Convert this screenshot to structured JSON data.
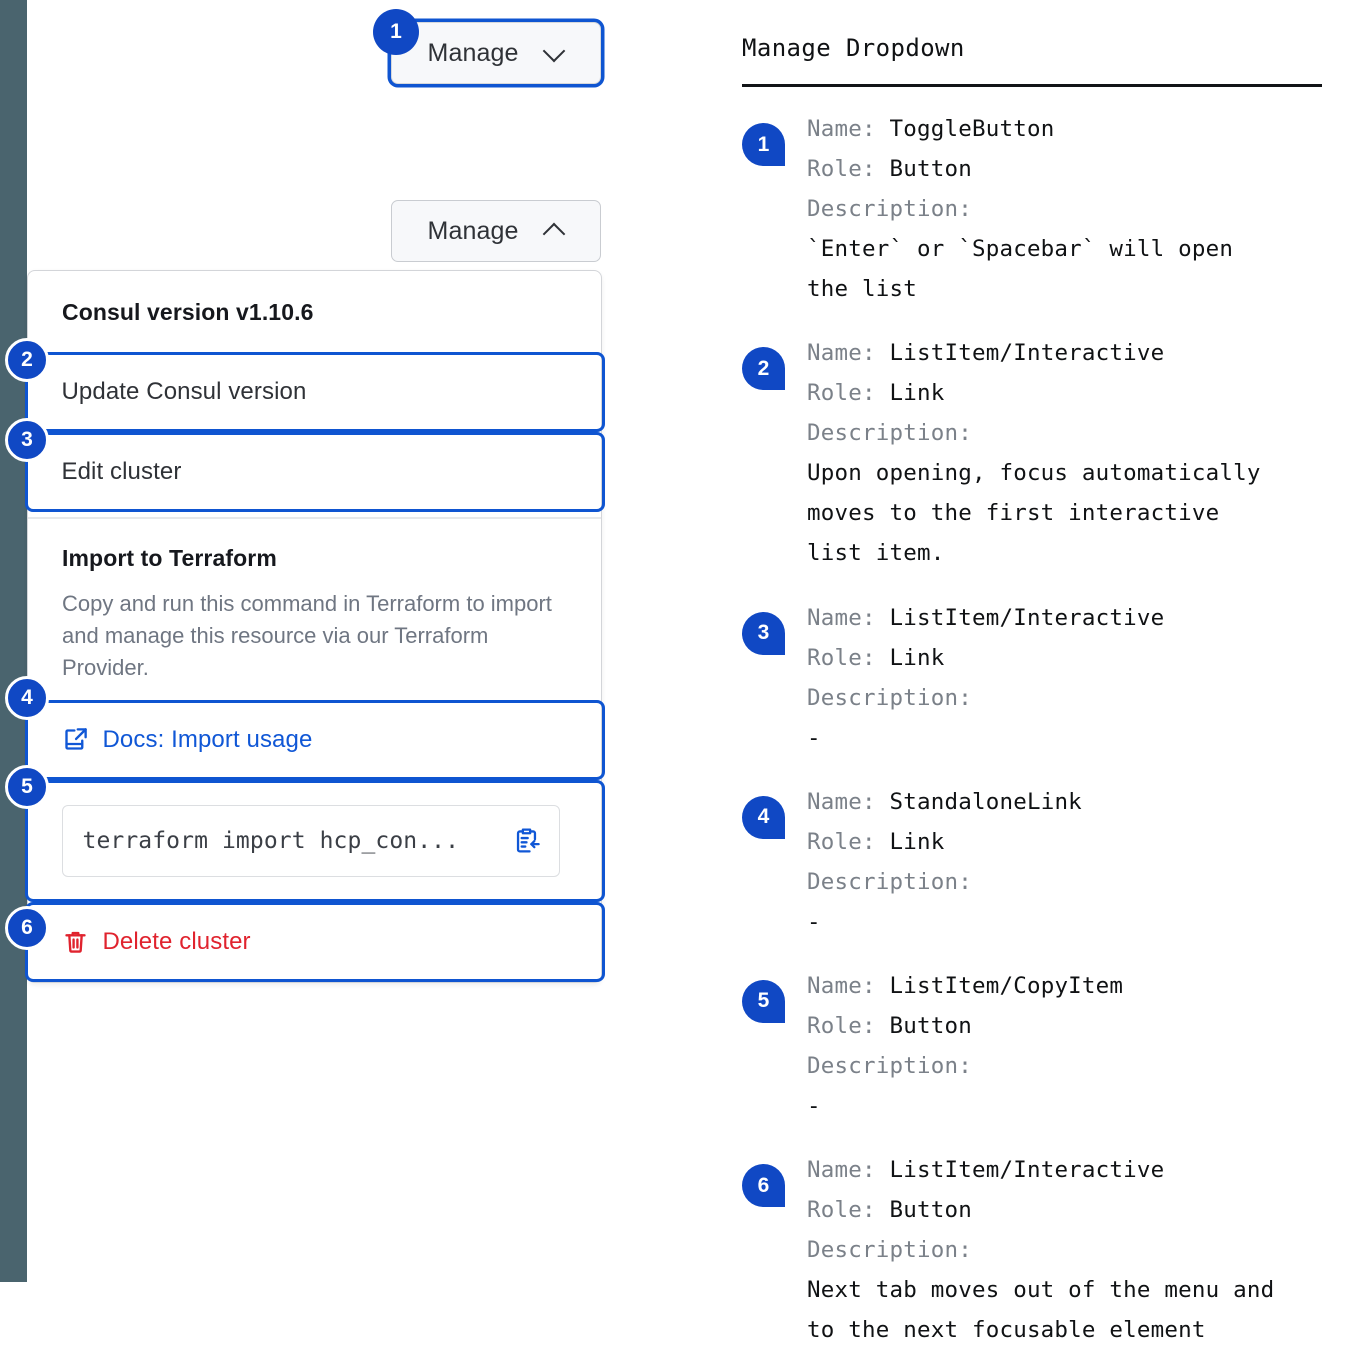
{
  "theme": {
    "rail_color": "#4a646e",
    "accent_blue": "#1048c4",
    "focus_ring": "#0f55d1",
    "link_blue": "#1057d6",
    "danger_red": "#e0232e",
    "muted_text": "#6f7682"
  },
  "mock": {
    "toggle_button_focused": {
      "label": "Manage",
      "caret_icon": "chevron-down-icon",
      "badge": "1"
    },
    "toggle_button_open": {
      "label": "Manage",
      "caret_icon": "chevron-up-icon"
    },
    "dropdown": {
      "version_heading": "Consul version v1.10.6",
      "items": [
        {
          "badge": "2",
          "label": "Update Consul version"
        },
        {
          "badge": "3",
          "label": "Edit cluster"
        }
      ],
      "terraform": {
        "title": "Import to Terraform",
        "description": "Copy and run this command in Terraform to import and manage this resource via our Terraform Provider.",
        "docs_link": {
          "badge": "4",
          "label": "Docs: Import usage",
          "icon": "docs-external-link-icon"
        },
        "copy_field": {
          "badge": "5",
          "value": "terraform import hcp_con...",
          "icon": "clipboard-copy-icon"
        }
      },
      "delete": {
        "badge": "6",
        "label": "Delete cluster",
        "icon": "trash-icon"
      }
    }
  },
  "doc": {
    "title": "Manage Dropdown",
    "labels": {
      "name": "Name:",
      "role": "Role:",
      "description": "Description:"
    },
    "entries": [
      {
        "badge": "1",
        "name": "ToggleButton",
        "role": "Button",
        "description": "`Enter` or `Spacebar` will open\nthe list"
      },
      {
        "badge": "2",
        "name": "ListItem/Interactive",
        "role": "Link",
        "description": "Upon opening, focus automatically\nmoves to the first interactive\nlist item."
      },
      {
        "badge": "3",
        "name": "ListItem/Interactive",
        "role": "Link",
        "description": "-"
      },
      {
        "badge": "4",
        "name": "StandaloneLink",
        "role": "Link",
        "description": "-"
      },
      {
        "badge": "5",
        "name": "ListItem/CopyItem",
        "role": "Button",
        "description": "-"
      },
      {
        "badge": "6",
        "name": "ListItem/Interactive",
        "role": "Button",
        "description": "Next tab moves out of the menu and\nto the next focusable element"
      }
    ]
  }
}
